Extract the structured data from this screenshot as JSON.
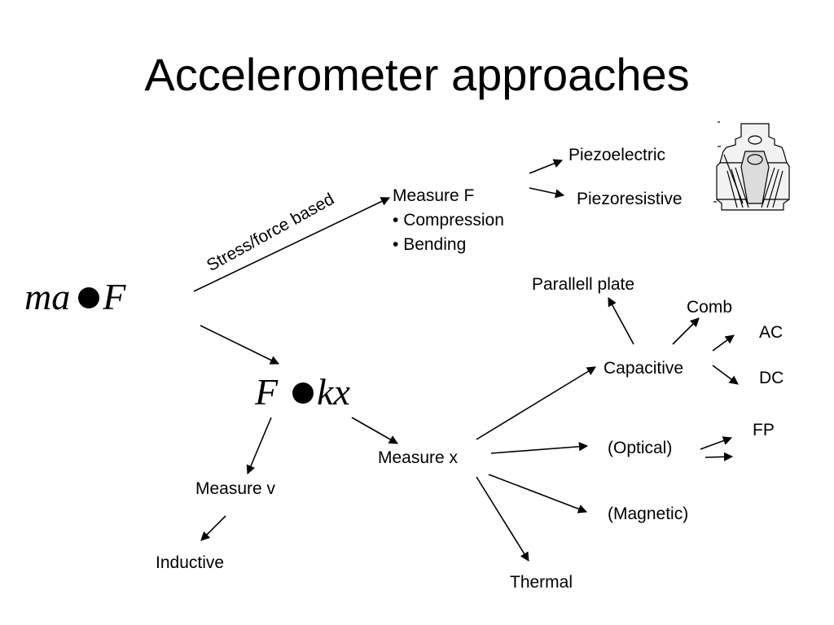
{
  "title": "Accelerometer approaches",
  "eq_force": {
    "left": "ma",
    "right": "F"
  },
  "eq_spring": {
    "left": "F",
    "right": "kx"
  },
  "stress_label": "Stress/force based",
  "measure_f": {
    "heading": "Measure F",
    "bullets": [
      "Compression",
      "Bending"
    ]
  },
  "piezoelectric": "Piezoelectric",
  "piezoresistive": "Piezoresistive",
  "parallel_plate": "Parallell plate",
  "comb": "Comb",
  "ac": "AC",
  "dc": "DC",
  "capacitive": "Capacitive",
  "fp": "FP",
  "optical": "(Optical)",
  "magnetic": "(Magnetic)",
  "thermal": "Thermal",
  "measure_x": "Measure x",
  "measure_v": "Measure v",
  "inductive": "Inductive"
}
